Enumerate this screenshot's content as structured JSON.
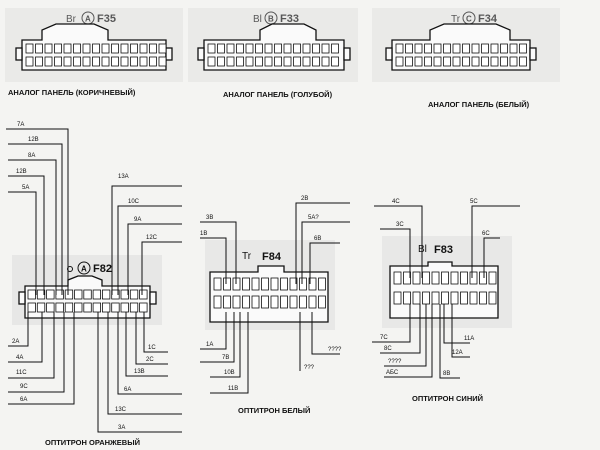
{
  "top_connectors": [
    {
      "prefix": "Br",
      "letter": "A",
      "code": "F35",
      "caption": "АНАЛОГ ПАНЕЛЬ (КОРИЧНЕВЫЙ)"
    },
    {
      "prefix": "Bl",
      "letter": "B",
      "code": "F33",
      "caption": "АНАЛОГ ПАНЕЛЬ (ГОЛУБОЙ)"
    },
    {
      "prefix": "Tr",
      "letter": "C",
      "code": "F34",
      "caption": "АНАЛОГ ПАНЕЛЬ (БЕЛЫЙ)"
    }
  ],
  "orange": {
    "letter": "A",
    "code": "F82",
    "caption": "ОПТИТРОН ОРАНЖЕВЫЙ",
    "upper_left_pins": [
      "7A",
      "12B",
      "8A",
      "12B",
      "5A"
    ],
    "upper_right_pins": [
      "13A",
      "10C",
      "9A",
      "12C"
    ],
    "lower_left_pins": [
      "2A",
      "4A",
      "11C",
      "9C",
      "6A"
    ],
    "lower_right_pins": [
      "1C",
      "2C",
      "13B",
      "6A",
      "13C",
      "3A"
    ]
  },
  "white": {
    "prefix": "Tr",
    "code": "F84",
    "caption": "ОПТИТРОН БЕЛЫЙ",
    "upper_left_pins": [
      "3B",
      "1B"
    ],
    "upper_right_pins": [
      "2B",
      "5A?",
      "6B"
    ],
    "lower_left_pins": [
      "1A",
      "7B",
      "10B",
      "11B"
    ],
    "lower_right_pins": [
      "????",
      "???"
    ]
  },
  "blue": {
    "prefix": "Bl",
    "code": "F83",
    "caption": "ОПТИТРОН СИНИЙ",
    "upper_left_pins": [
      "4C",
      "3C"
    ],
    "upper_right_pins": [
      "5C",
      "6C"
    ],
    "lower_left_pins": [
      "7C",
      "8C",
      "????",
      "АБС"
    ],
    "lower_right_pins": [
      "11A",
      "12A",
      "8B"
    ]
  }
}
